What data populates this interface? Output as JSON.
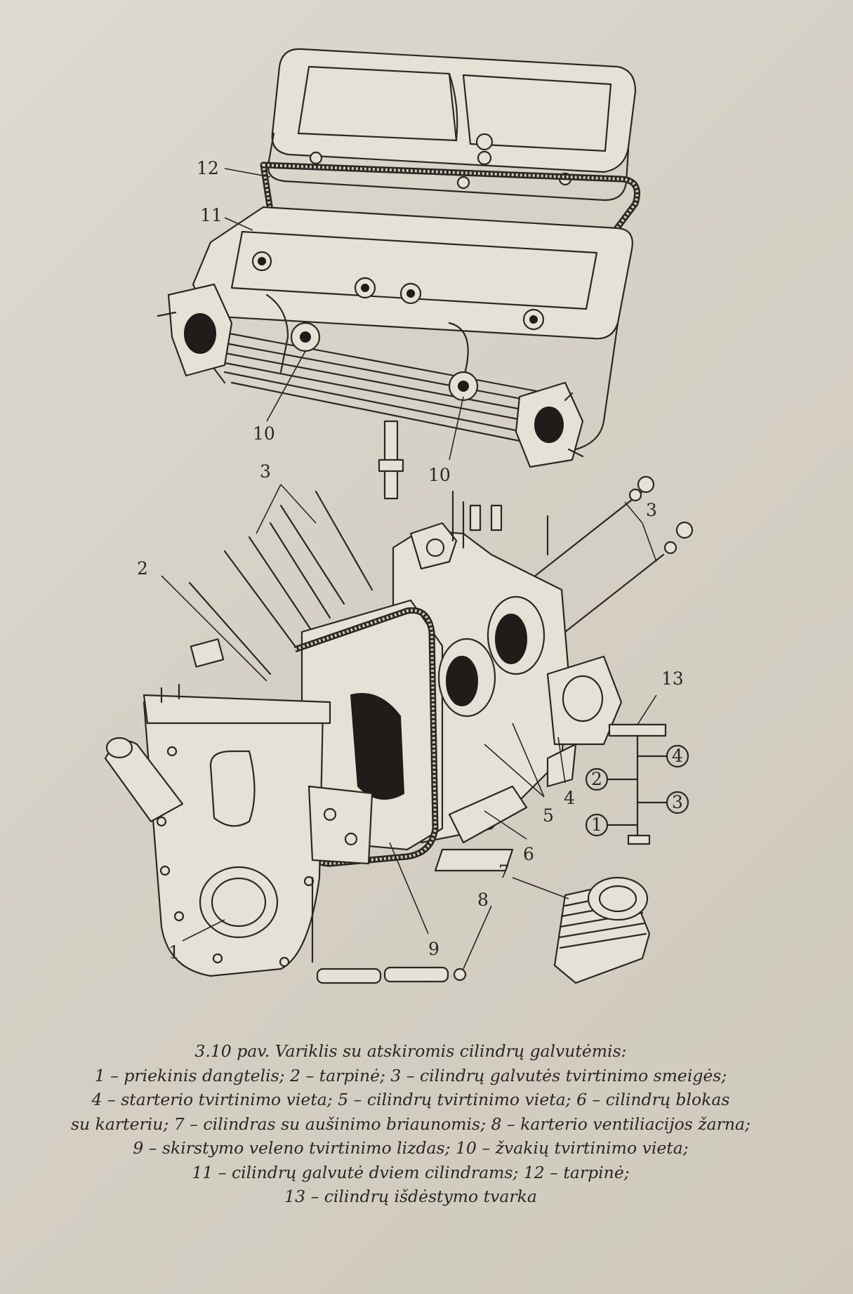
{
  "figure": {
    "callouts": [
      "1",
      "2",
      "3",
      "3",
      "3",
      "4",
      "5",
      "6",
      "7",
      "8",
      "9",
      "10",
      "10",
      "11",
      "12",
      "13"
    ],
    "firing_order": [
      "1",
      "2",
      "3",
      "4"
    ]
  },
  "caption": {
    "lines": [
      "3.10 pav. Variklis su atskiromis cilindrų galvutėmis:",
      "1 – priekinis dangtelis; 2 – tarpinė; 3 – cilindrų galvutės tvirtinimo smeigės;",
      "4 – starterio tvirtinimo vieta; 5 – cilindrų tvirtinimo vieta; 6 – cilindrų blokas",
      "su karteriu; 7 – cilindras su aušinimo briaunomis; 8 – karterio ventiliacijos žarna;",
      "9 – skirstymo veleno tvirtinimo lizdas; 10 – žvakių tvirtinimo vieta;",
      "11 – cilindrų galvutė dviem cilindrams; 12 – tarpinė;",
      "13 – cilindrų išdėstymo tvarka"
    ]
  }
}
